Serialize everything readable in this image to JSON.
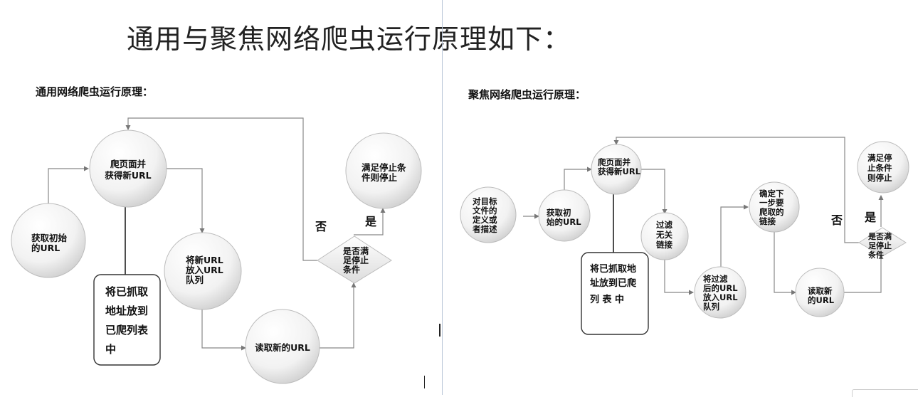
{
  "title": "通用与聚焦网络爬虫运行原理如下：",
  "left": {
    "subtitle": "通用网络爬虫运行原理：",
    "nodes": {
      "crawl": [
        "爬页面并",
        "获得新URL"
      ],
      "init": [
        "获取初始",
        "的URL"
      ],
      "enqueue": [
        "将新URL",
        "放入URL",
        "队列"
      ],
      "read": [
        "读取新的URL"
      ],
      "stop": [
        "满足停止条",
        "件则停止"
      ],
      "check": [
        "是否满",
        "足停止",
        "条件"
      ],
      "store": [
        "将已抓取",
        "地址放到",
        "已爬列表",
        "中"
      ]
    },
    "no_label": "否",
    "yes_label": "是"
  },
  "right": {
    "subtitle": "聚焦网络爬虫运行原理：",
    "nodes": {
      "target": [
        "对目标",
        "文件的",
        "定义或",
        "者描述"
      ],
      "init": [
        "获取初",
        "始的URL"
      ],
      "crawl": [
        "爬页面并",
        "获得新URL"
      ],
      "filter": [
        "过滤",
        "无关",
        "链接"
      ],
      "enqueue": [
        "将过滤",
        "后的URL",
        "放入URL",
        "队列"
      ],
      "decide": [
        "确定下",
        "一步要",
        "爬取的",
        "链接"
      ],
      "read": [
        "读取新",
        "的URL"
      ],
      "stop": [
        "满足停",
        "止条件",
        "则停止"
      ],
      "check": [
        "是否满",
        "足停止",
        "条件"
      ],
      "store": [
        "将已抓取地",
        "址放到已爬",
        "列  表  中"
      ]
    },
    "no_label": "否",
    "yes_label": "是"
  }
}
